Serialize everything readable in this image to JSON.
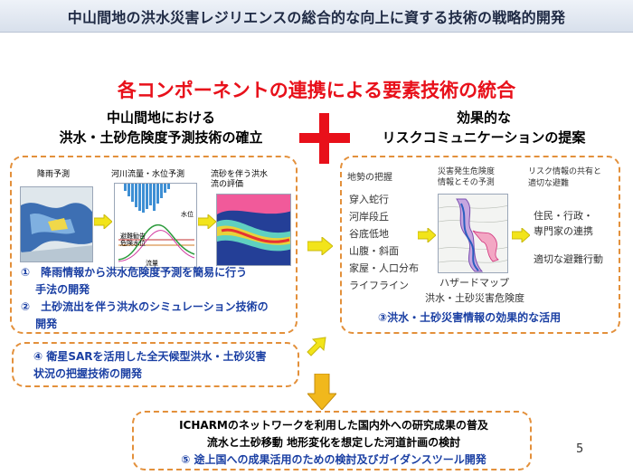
{
  "title": "中山間地の洪水災害レジリエンスの総合的な向上に資する技術の戦略的開発",
  "subtitle": "各コンポーネントの連携による要素技術の統合",
  "left_heading": {
    "line1": "中山間地における",
    "line2": "洪水・土砂危険度予測技術の確立"
  },
  "right_heading": {
    "line1": "効果的な",
    "line2": "リスクコミュニケーションの提案"
  },
  "left_panel": {
    "thumb_labels": [
      "降雨予測",
      "河川流量・水位予測",
      "流砂を伴う洪水流の評価"
    ],
    "chart_labels": [
      "水位",
      "避難勧告",
      "危険水位",
      "流量"
    ],
    "items": [
      "①　降雨情報から洪水危険度予測を簡易に行う",
      "　 手法の開発",
      "②　土砂流出を伴う洪水のシミュレーション技術の",
      "　 開発"
    ]
  },
  "right_panel": {
    "col1_heading": "地勢の把握",
    "terrain": [
      "穿入蛇行",
      "河岸段丘",
      "谷底低地",
      "山腹・斜面",
      "家屋・人口分布",
      "ライフライン"
    ],
    "col2_heading": [
      "災害発生危険度",
      "情報とその予測"
    ],
    "map_caption": [
      "ハザードマップ",
      "洪水・土砂災害危険度"
    ],
    "col3_heading": [
      "リスク情報の共有と",
      "適切な避難"
    ],
    "risk_items": [
      "住民・行政・",
      "専門家の連携",
      "適切な避難行動"
    ],
    "footer": "③洪水・土砂災害情報の効果的な活用"
  },
  "sar_box": {
    "line1": "④ 衛星SARを活用した全天候型洪水・土砂災害",
    "line2": "状況の把握技術の開発"
  },
  "bottom_box": {
    "line1": "ICHARMのネットワークを利用した国内外への研究成果の普及",
    "line2": "流水と土砂移動  地形変化を想定した河道計画の検討",
    "line3": "⑤  途上国への成果活用のための検討及びガイダンスツール開発"
  },
  "page_number": "5",
  "colors": {
    "accent_red": "#e8101a",
    "item_blue": "#1a3fa3",
    "dashed_border": "#e3903b",
    "arrow_yellow": "#f2e41a",
    "arrow_gold": "#f1b81c"
  }
}
